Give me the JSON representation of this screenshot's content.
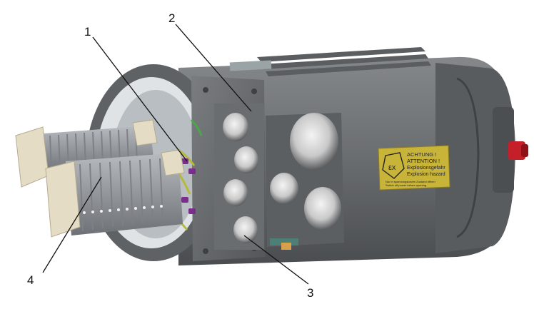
{
  "callouts": [
    {
      "id": "1",
      "label": "1"
    },
    {
      "id": "2",
      "label": "2"
    },
    {
      "id": "3",
      "label": "3"
    },
    {
      "id": "4",
      "label": "4"
    }
  ],
  "warning_label": {
    "symbol": "εx",
    "line1": "ACHTUNG !",
    "line2": "ATTENTION !",
    "line3": "Explosionsgefahr",
    "line4": "Explosion hazard",
    "small1": "Nur in spannungslosem Zustand öffnen",
    "small2": "Switch off power before opening"
  },
  "colors": {
    "housing": "#6f7275",
    "housing_dark": "#4b4e51",
    "label_yellow": "#c9b43a",
    "terminal_cream": "#e4dcc4",
    "wire_purple": "#7a2d8c",
    "wire_green_yellow": "#b7b93a",
    "connector_red": "#c5202a"
  }
}
